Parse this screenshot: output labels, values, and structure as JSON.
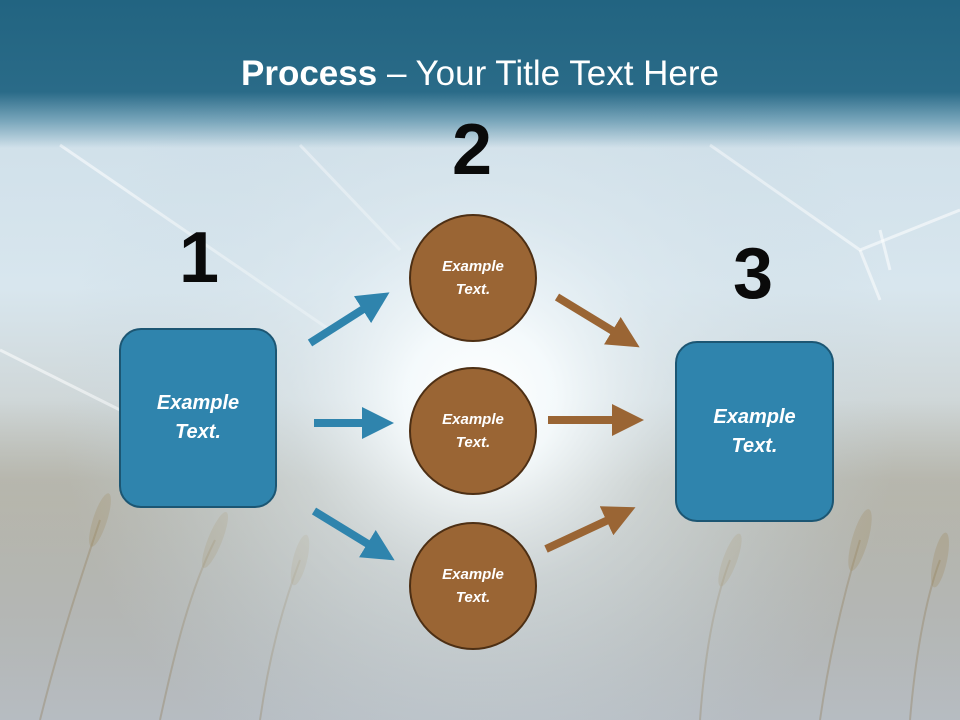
{
  "title": {
    "bold": "Process",
    "rest": " – Your Title Text Here"
  },
  "colors": {
    "header": "#226481",
    "box_blue": "#2f84ad",
    "circle_brown": "#9a6534",
    "arrow_blue": "#2f84ad",
    "arrow_brown": "#9a6534"
  },
  "steps": {
    "one": "1",
    "two": "2",
    "three": "3"
  },
  "left_box": {
    "label": "Example\nText."
  },
  "circles": [
    {
      "label": "Example\nText."
    },
    {
      "label": "Example\nText."
    },
    {
      "label": "Example\nText."
    }
  ],
  "right_box": {
    "label": "Example\nText."
  }
}
